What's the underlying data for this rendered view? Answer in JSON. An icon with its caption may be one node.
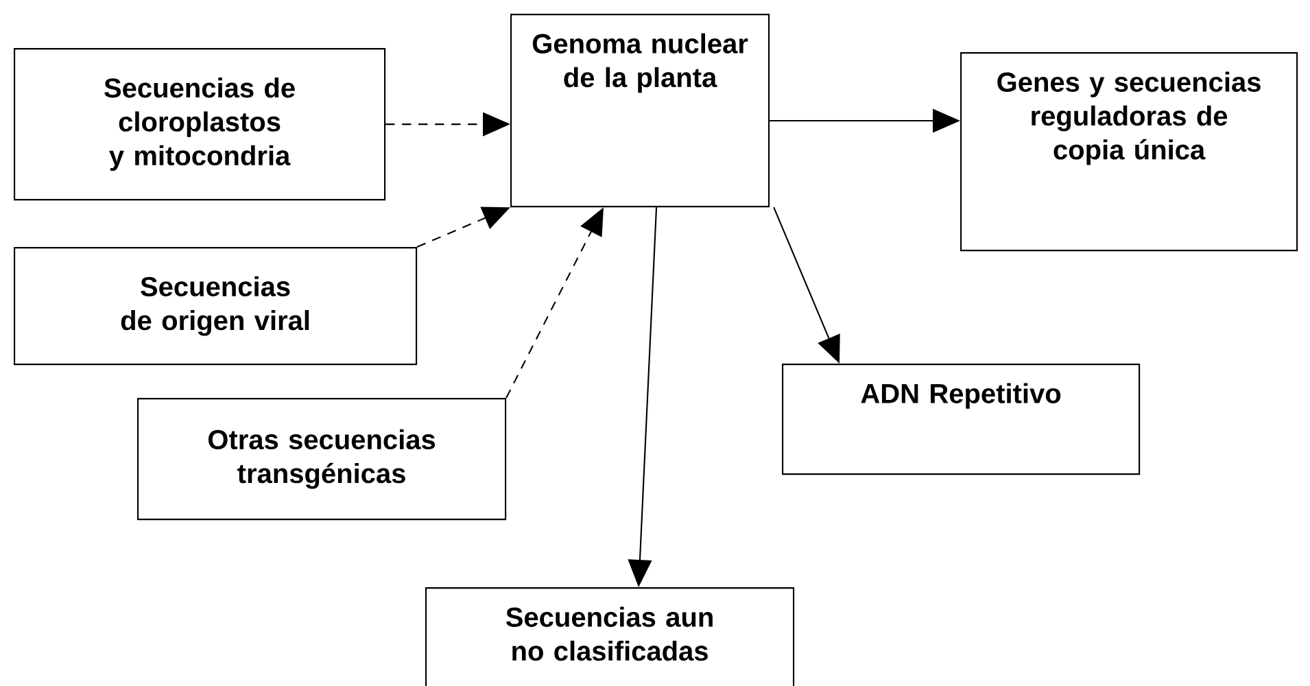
{
  "diagram": {
    "nodes": [
      {
        "text": [
          "Secuencias de cloroplastos y mitocondria"
        ]
      },
      {
        "text": [
          "Genoma nuclear de la planta"
        ]
      },
      {
        "text": [
          "Genes y secuencias reguladoras de copia única"
        ]
      },
      {
        "text": [
          "Secuencias de origen viral"
        ]
      },
      {
        "text": [
          "ADN Repetitivo"
        ]
      },
      {
        "text": [
          "Otras secuencias transgénicas"
        ]
      },
      {
        "text": [
          "Secuencias aun no clasificadas"
        ]
      }
    ],
    "edges": [
      {
        "from": 0,
        "to": 1,
        "arrow": "to",
        "style": "dashed"
      },
      {
        "from": 3,
        "to": 1,
        "arrow": "to",
        "style": "dashed"
      },
      {
        "from": 5,
        "to": 1,
        "arrow": "to",
        "style": "dashed"
      },
      {
        "from": 1,
        "to": 2,
        "arrow": "to"
      },
      {
        "from": 1,
        "to": 4,
        "arrow": "to"
      },
      {
        "from": 1,
        "to": 6,
        "arrow": "to"
      }
    ]
  }
}
